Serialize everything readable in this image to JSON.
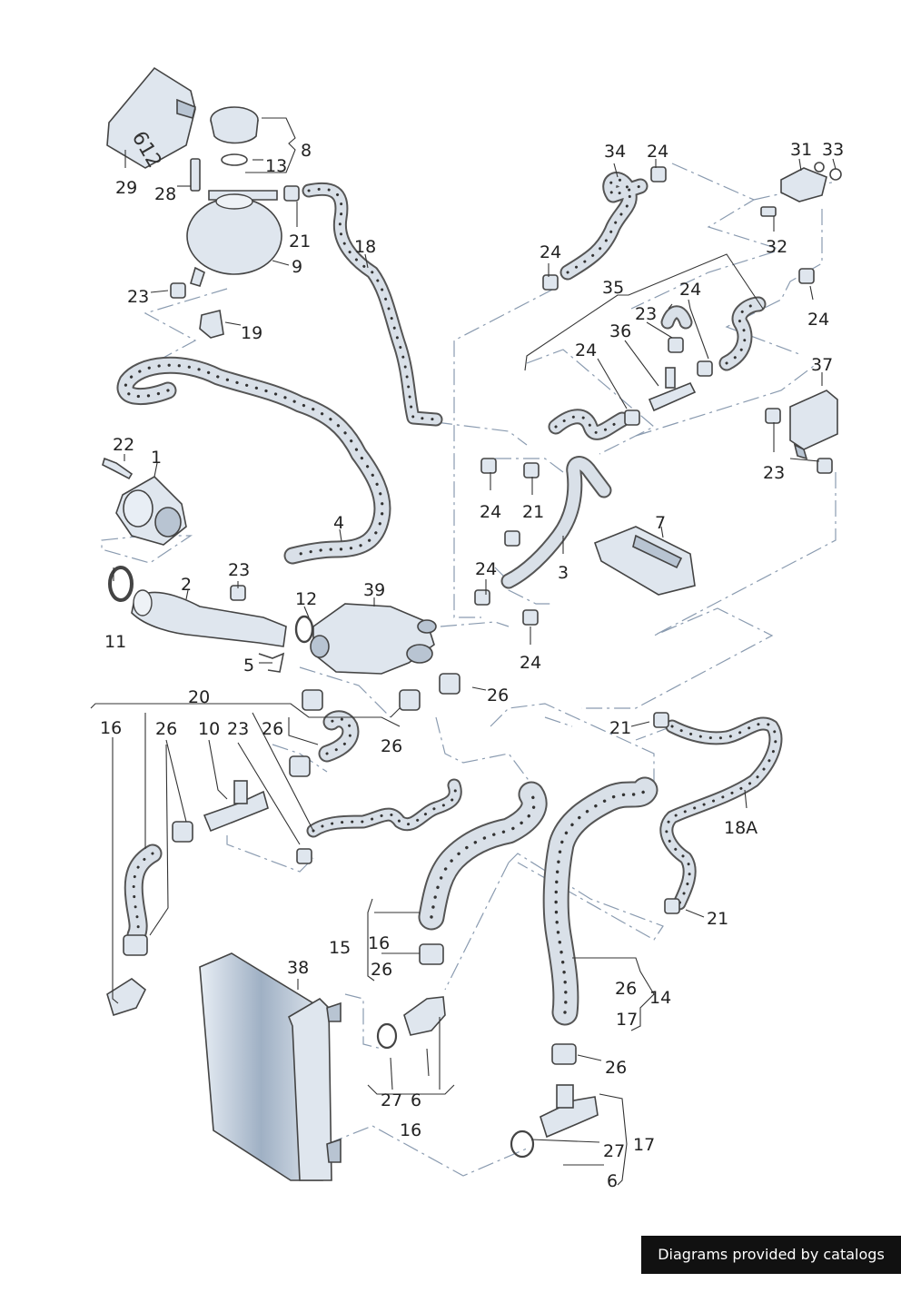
{
  "credit": "Diagrams provided by catalogs parts",
  "reservoir_marking": "612",
  "callouts": {
    "c29": "29",
    "c28": "28",
    "c13": "13",
    "c8": "8",
    "c21a": "21",
    "c9": "9",
    "c18": "18",
    "c23a": "23",
    "c19": "19",
    "c34": "34",
    "c24a": "24",
    "c31": "31",
    "c33": "33",
    "c32": "32",
    "c24b": "24",
    "c35": "35",
    "c24c": "24",
    "c23b": "23",
    "c36": "36",
    "c24d": "24",
    "c24e": "24",
    "c37": "37",
    "c22": "22",
    "c1": "1",
    "c4": "4",
    "c24f": "24",
    "c21b": "21",
    "c23c": "23",
    "c7": "7",
    "c3": "3",
    "c24g": "24",
    "c2": "2",
    "c23d": "23",
    "c12": "12",
    "c39": "39",
    "c11": "11",
    "c5": "5",
    "c24h": "24",
    "c20": "20",
    "c26a": "26",
    "c16a": "16",
    "c26b": "26",
    "c10": "10",
    "c23e": "23",
    "c26c": "26",
    "c26d": "26",
    "c21c": "21",
    "c18a": "18A",
    "c15": "15",
    "c16b": "16",
    "c26e": "26",
    "c21d": "21",
    "c38": "38",
    "c26f": "26",
    "c14": "14",
    "c17a": "17",
    "c26g": "26",
    "c27a": "27",
    "c6a": "6",
    "c16c": "16",
    "c17b": "17",
    "c27b": "27",
    "c6b": "6"
  },
  "colors": {
    "hose": "#555555",
    "hose_fill": "#d9e0e8",
    "dash": "#8a9bb0",
    "part": "#dfe6ee",
    "radiator": "#b9c6d6"
  }
}
